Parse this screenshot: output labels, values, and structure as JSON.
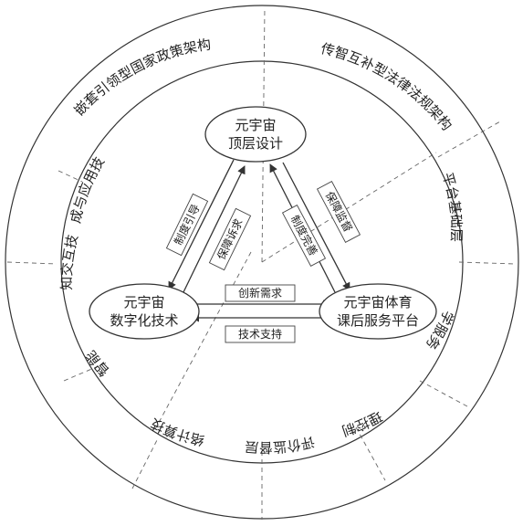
{
  "nodes": {
    "top": {
      "line1": "元宇宙",
      "line2": "顶层设计"
    },
    "left": {
      "line1": "元宇宙",
      "line2": "数字化技术"
    },
    "right": {
      "line1": "元宇宙体育",
      "line2": "课后服务平台"
    }
  },
  "arrow_labels": {
    "top_left_outer": "制度引导",
    "top_left_inner": "保障诉求",
    "top_right_outer": "保障监督",
    "top_right_inner": "制度完善",
    "bottom_upper": "创新需求",
    "bottom_lower": "技术支持"
  },
  "outer_ring": {
    "top_left": "嵌套引领型国家政策架构",
    "top_right": "传智互补型法律法规架构"
  },
  "inner_ring": {
    "left": [
      "生成与应用技术",
      "感知交互技术",
      "人工智能技术",
      "网络计算技术"
    ],
    "right": [
      "平台基础层",
      "教学服务层",
      "管理控制层",
      "评价监督层"
    ]
  },
  "colors": {
    "stroke": "#333333",
    "fill": "#ffffff",
    "dashed": "#666666"
  }
}
